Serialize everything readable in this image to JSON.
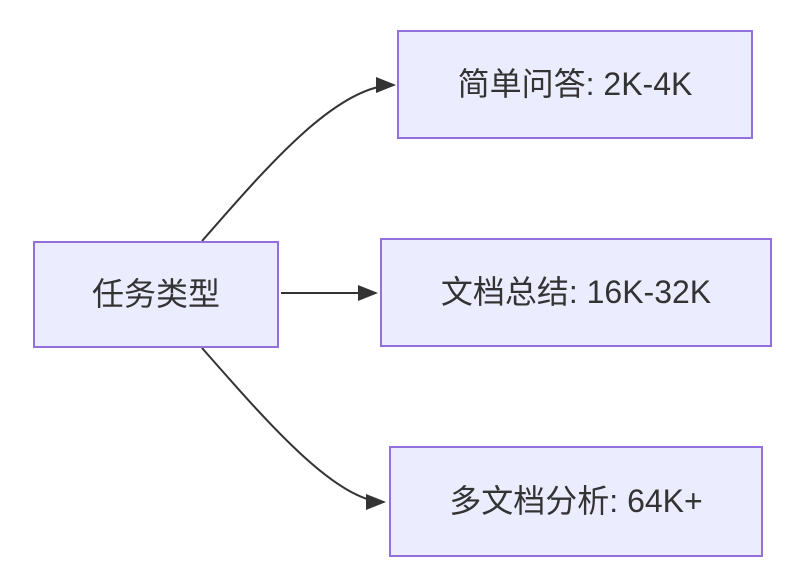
{
  "diagram": {
    "type": "flowchart",
    "direction": "left-to-right",
    "root": {
      "id": "task-type",
      "label": "任务类型"
    },
    "nodes": [
      {
        "id": "simple-qa",
        "label": "简单问答: 2K-4K"
      },
      {
        "id": "doc-summary",
        "label": "文档总结: 16K-32K"
      },
      {
        "id": "multi-doc-analysis",
        "label": "多文档分析: 64K+"
      }
    ],
    "edges": [
      {
        "from": "task-type",
        "to": "simple-qa"
      },
      {
        "from": "task-type",
        "to": "doc-summary"
      },
      {
        "from": "task-type",
        "to": "multi-doc-analysis"
      }
    ],
    "colors": {
      "node_fill": "#ECECFF",
      "node_border": "#9370DB",
      "edge": "#333333",
      "text": "#333333",
      "background": "#FFFFFF"
    }
  }
}
